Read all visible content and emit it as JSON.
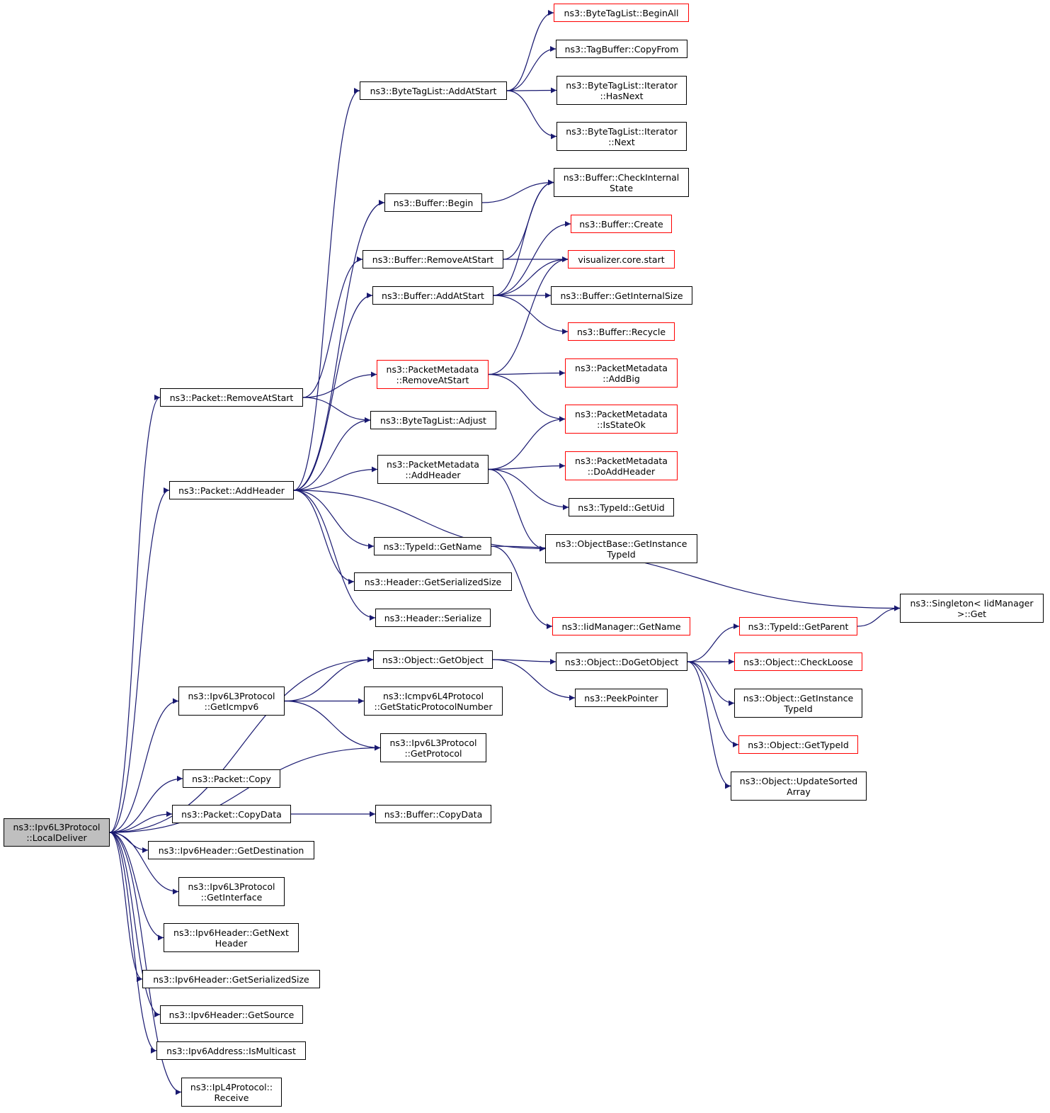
{
  "colors": {
    "edge": "#191970",
    "node_border": "#000000",
    "external_border": "#ff0000",
    "root_fill": "#bfbfbf"
  },
  "nodes": {
    "local_deliver": {
      "lines": [
        "ns3::Ipv6L3Protocol",
        "::LocalDeliver"
      ],
      "root": true
    },
    "pkt_remove_at_start": {
      "lines": [
        "ns3::Packet::RemoveAtStart"
      ]
    },
    "pkt_add_header": {
      "lines": [
        "ns3::Packet::AddHeader"
      ]
    },
    "get_icmpv6": {
      "lines": [
        "ns3::Ipv6L3Protocol",
        "::GetIcmpv6"
      ]
    },
    "pkt_copy": {
      "lines": [
        "ns3::Packet::Copy"
      ]
    },
    "pkt_copy_data": {
      "lines": [
        "ns3::Packet::CopyData"
      ]
    },
    "get_destination": {
      "lines": [
        "ns3::Ipv6Header::GetDestination"
      ]
    },
    "get_interface": {
      "lines": [
        "ns3::Ipv6L3Protocol",
        "::GetInterface"
      ]
    },
    "get_next_header": {
      "lines": [
        "ns3::Ipv6Header::GetNext",
        "Header"
      ]
    },
    "ipv6h_serialized_size": {
      "lines": [
        "ns3::Ipv6Header::GetSerializedSize"
      ]
    },
    "get_source": {
      "lines": [
        "ns3::Ipv6Header::GetSource"
      ]
    },
    "is_multicast": {
      "lines": [
        "ns3::Ipv6Address::IsMulticast"
      ]
    },
    "ipl4_receive": {
      "lines": [
        "ns3::IpL4Protocol::",
        "Receive"
      ]
    },
    "btl_add_at_start": {
      "lines": [
        "ns3::ByteTagList::AddAtStart"
      ]
    },
    "buf_begin": {
      "lines": [
        "ns3::Buffer::Begin"
      ]
    },
    "buf_remove_at_start": {
      "lines": [
        "ns3::Buffer::RemoveAtStart"
      ]
    },
    "buf_add_at_start": {
      "lines": [
        "ns3::Buffer::AddAtStart"
      ]
    },
    "pm_remove_at_start": {
      "lines": [
        "ns3::PacketMetadata",
        "::RemoveAtStart"
      ],
      "external": true
    },
    "btl_adjust": {
      "lines": [
        "ns3::ByteTagList::Adjust"
      ]
    },
    "pm_add_header": {
      "lines": [
        "ns3::PacketMetadata",
        "::AddHeader"
      ]
    },
    "typeid_get_name": {
      "lines": [
        "ns3::TypeId::GetName"
      ]
    },
    "header_serialized_size": {
      "lines": [
        "ns3::Header::GetSerializedSize"
      ]
    },
    "header_serialize": {
      "lines": [
        "ns3::Header::Serialize"
      ]
    },
    "object_get_object": {
      "lines": [
        "ns3::Object::GetObject"
      ]
    },
    "icmpv6_static_proto": {
      "lines": [
        "ns3::Icmpv6L4Protocol",
        "::GetStaticProtocolNumber"
      ]
    },
    "ipv6l3_get_protocol": {
      "lines": [
        "ns3::Ipv6L3Protocol",
        "::GetProtocol"
      ]
    },
    "buf_copy_data": {
      "lines": [
        "ns3::Buffer::CopyData"
      ]
    },
    "btl_begin_all": {
      "lines": [
        "ns3::ByteTagList::BeginAll"
      ],
      "external": true
    },
    "tagbuf_copy_from": {
      "lines": [
        "ns3::TagBuffer::CopyFrom"
      ]
    },
    "btl_iter_has_next": {
      "lines": [
        "ns3::ByteTagList::Iterator",
        "::HasNext"
      ]
    },
    "btl_iter_next": {
      "lines": [
        "ns3::ByteTagList::Iterator",
        "::Next"
      ]
    },
    "buf_check_internal_state": {
      "lines": [
        "ns3::Buffer::CheckInternal",
        "State"
      ]
    },
    "buf_create": {
      "lines": [
        "ns3::Buffer::Create"
      ],
      "external": true
    },
    "visualizer_core_start": {
      "lines": [
        "visualizer.core.start"
      ],
      "external": true
    },
    "buf_get_internal_size": {
      "lines": [
        "ns3::Buffer::GetInternalSize"
      ]
    },
    "buf_recycle": {
      "lines": [
        "ns3::Buffer::Recycle"
      ],
      "external": true
    },
    "pm_add_big": {
      "lines": [
        "ns3::PacketMetadata",
        "::AddBig"
      ],
      "external": true
    },
    "pm_is_state_ok": {
      "lines": [
        "ns3::PacketMetadata",
        "::IsStateOk"
      ],
      "external": true
    },
    "pm_do_add_header": {
      "lines": [
        "ns3::PacketMetadata",
        "::DoAddHeader"
      ],
      "external": true
    },
    "typeid_get_uid": {
      "lines": [
        "ns3::TypeId::GetUid"
      ]
    },
    "objbase_get_instance_typeid": {
      "lines": [
        "ns3::ObjectBase::GetInstance",
        "TypeId"
      ]
    },
    "iidmanager_get_name": {
      "lines": [
        "ns3::IidManager::GetName"
      ],
      "external": true
    },
    "object_do_get_object": {
      "lines": [
        "ns3::Object::DoGetObject"
      ]
    },
    "peek_pointer": {
      "lines": [
        "ns3::PeekPointer"
      ]
    },
    "typeid_get_parent": {
      "lines": [
        "ns3::TypeId::GetParent"
      ],
      "external": true
    },
    "object_check_loose": {
      "lines": [
        "ns3::Object::CheckLoose"
      ],
      "external": true
    },
    "object_get_instance_typeid": {
      "lines": [
        "ns3::Object::GetInstance",
        "TypeId"
      ]
    },
    "object_get_typeid": {
      "lines": [
        "ns3::Object::GetTypeId"
      ],
      "external": true
    },
    "object_update_sorted_array": {
      "lines": [
        "ns3::Object::UpdateSorted",
        "Array"
      ]
    },
    "singleton_iidmanager_get": {
      "lines": [
        "ns3::Singleton< IidManager",
        ">::Get"
      ]
    }
  },
  "edges": [
    [
      "local_deliver",
      "pkt_remove_at_start"
    ],
    [
      "local_deliver",
      "pkt_add_header"
    ],
    [
      "local_deliver",
      "object_get_object"
    ],
    [
      "local_deliver",
      "get_icmpv6"
    ],
    [
      "local_deliver",
      "ipv6l3_get_protocol"
    ],
    [
      "local_deliver",
      "pkt_copy"
    ],
    [
      "local_deliver",
      "pkt_copy_data"
    ],
    [
      "local_deliver",
      "get_destination"
    ],
    [
      "local_deliver",
      "get_interface"
    ],
    [
      "local_deliver",
      "get_next_header"
    ],
    [
      "local_deliver",
      "ipv6h_serialized_size"
    ],
    [
      "local_deliver",
      "get_source"
    ],
    [
      "local_deliver",
      "is_multicast"
    ],
    [
      "local_deliver",
      "ipl4_receive"
    ],
    [
      "pkt_remove_at_start",
      "buf_remove_at_start"
    ],
    [
      "pkt_remove_at_start",
      "pm_remove_at_start"
    ],
    [
      "pkt_remove_at_start",
      "btl_adjust"
    ],
    [
      "pkt_add_header",
      "btl_add_at_start"
    ],
    [
      "pkt_add_header",
      "buf_begin"
    ],
    [
      "pkt_add_header",
      "buf_add_at_start"
    ],
    [
      "pkt_add_header",
      "btl_adjust"
    ],
    [
      "pkt_add_header",
      "pm_add_header"
    ],
    [
      "pkt_add_header",
      "objbase_get_instance_typeid"
    ],
    [
      "pkt_add_header",
      "typeid_get_name"
    ],
    [
      "pkt_add_header",
      "header_serialized_size"
    ],
    [
      "pkt_add_header",
      "header_serialize"
    ],
    [
      "btl_add_at_start",
      "btl_begin_all"
    ],
    [
      "btl_add_at_start",
      "tagbuf_copy_from"
    ],
    [
      "btl_add_at_start",
      "btl_iter_has_next"
    ],
    [
      "btl_add_at_start",
      "btl_iter_next"
    ],
    [
      "buf_begin",
      "buf_check_internal_state"
    ],
    [
      "buf_remove_at_start",
      "buf_check_internal_state"
    ],
    [
      "buf_remove_at_start",
      "visualizer_core_start"
    ],
    [
      "buf_add_at_start",
      "buf_check_internal_state"
    ],
    [
      "buf_add_at_start",
      "buf_create"
    ],
    [
      "buf_add_at_start",
      "visualizer_core_start"
    ],
    [
      "buf_add_at_start",
      "buf_get_internal_size"
    ],
    [
      "buf_add_at_start",
      "buf_recycle"
    ],
    [
      "pm_remove_at_start",
      "visualizer_core_start"
    ],
    [
      "pm_remove_at_start",
      "pm_add_big"
    ],
    [
      "pm_remove_at_start",
      "pm_is_state_ok"
    ],
    [
      "pm_add_header",
      "pm_is_state_ok"
    ],
    [
      "pm_add_header",
      "pm_do_add_header"
    ],
    [
      "pm_add_header",
      "typeid_get_uid"
    ],
    [
      "pm_add_header",
      "objbase_get_instance_typeid"
    ],
    [
      "typeid_get_name",
      "iidmanager_get_name"
    ],
    [
      "typeid_get_name",
      "singleton_iidmanager_get"
    ],
    [
      "get_icmpv6",
      "object_get_object"
    ],
    [
      "get_icmpv6",
      "icmpv6_static_proto"
    ],
    [
      "get_icmpv6",
      "ipv6l3_get_protocol"
    ],
    [
      "object_get_object",
      "object_do_get_object"
    ],
    [
      "object_get_object",
      "peek_pointer"
    ],
    [
      "object_do_get_object",
      "typeid_get_parent"
    ],
    [
      "object_do_get_object",
      "object_check_loose"
    ],
    [
      "object_do_get_object",
      "object_get_instance_typeid"
    ],
    [
      "object_do_get_object",
      "object_get_typeid"
    ],
    [
      "object_do_get_object",
      "object_update_sorted_array"
    ],
    [
      "typeid_get_parent",
      "singleton_iidmanager_get"
    ],
    [
      "pkt_copy_data",
      "buf_copy_data"
    ]
  ]
}
